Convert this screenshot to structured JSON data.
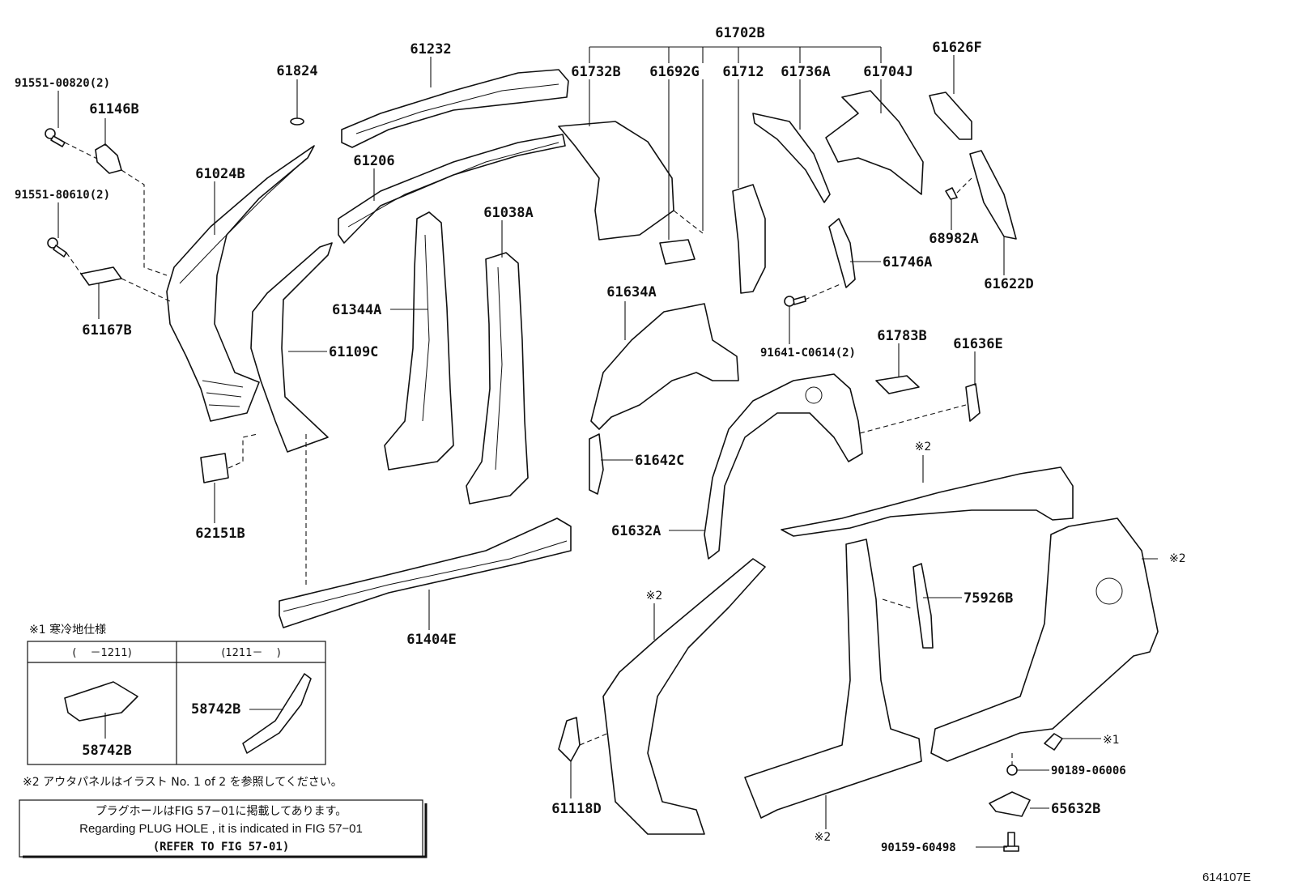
{
  "labels": {
    "p61702B": "61702B",
    "p61232": "61232",
    "p61824": "61824",
    "p91551_00820": "91551-00820(2)",
    "p61146B": "61146B",
    "p61024B": "61024B",
    "p61206": "61206",
    "p91551_80610": "91551-80610(2)",
    "p61167B": "61167B",
    "p61344A": "61344A",
    "p61109C": "61109C",
    "p61038A": "61038A",
    "p62151B": "62151B",
    "p61404E": "61404E",
    "p61732B": "61732B",
    "p61692G": "61692G",
    "p61712": "61712",
    "p61736A": "61736A",
    "p61704J": "61704J",
    "p61626F": "61626F",
    "p68982A": "68982A",
    "p61622D": "61622D",
    "p61746A": "61746A",
    "p91641": "91641-C0614(2)",
    "p61634A": "61634A",
    "p61783B": "61783B",
    "p61636E": "61636E",
    "p61642C": "61642C",
    "p61632A": "61632A",
    "p75926B": "75926B",
    "p61118D": "61118D",
    "p90189": "90189-06006",
    "p65632B": "65632B",
    "p90159": "90159-60498",
    "note2_a": "※2",
    "note2_b": "※2",
    "note2_c": "※2",
    "note2_d": "※2",
    "note1_mark": "※1",
    "figno": "614107E"
  },
  "inset": {
    "title": "※1 寒冷地仕様",
    "col1": "(　 －1211)",
    "col2": "(1211－　 )",
    "left_part": "58742B",
    "right_part": "58742B"
  },
  "footnote": "※2 アウタパネルはイラスト No. 1 of 2 を参照してください。",
  "notebox": {
    "line1": "プラグホールはFIG 57−01に掲載してあります。",
    "line2": "Regarding  PLUG  HOLE , it is indicated in FIG  57−01",
    "line3": "(REFER TO FIG 57-01)"
  }
}
